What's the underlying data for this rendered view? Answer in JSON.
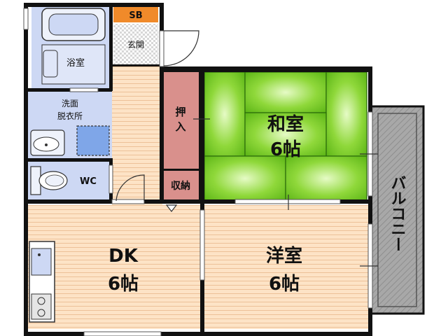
{
  "rooms": {
    "sb": "SB",
    "genkan": "玄関",
    "bath": "浴室",
    "senmen_1": "洗面",
    "senmen_2": "脱衣所",
    "wc": "WC",
    "oshiire_1": "押",
    "oshiire_2": "入",
    "storage": "収納",
    "washitsu_name": "和室",
    "washitsu_size": "6帖",
    "dk_name": "DK",
    "dk_size": "6帖",
    "youshitsu_name": "洋室",
    "youshitsu_size": "6帖",
    "balcony": "バルコニー"
  },
  "colors": {
    "wall": "#111111",
    "tatami": "#7ed321",
    "floor": "#fde3c6",
    "wet": "#cdd8f4",
    "oshiire": "#d9908c",
    "sb": "#f08a2a",
    "balcony": "#a8a8a8"
  }
}
